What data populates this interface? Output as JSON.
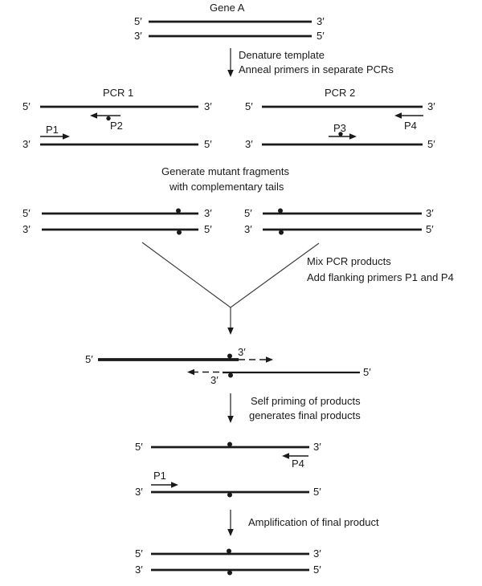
{
  "figure": {
    "gene": {
      "title": "Gene A"
    },
    "ends": {
      "five": "5′",
      "three": "3′"
    },
    "step_denature": {
      "line1": "Denature template",
      "line2": "Anneal primers in separate PCRs"
    },
    "pcr1": {
      "title": "PCR 1",
      "p1": "P1",
      "p2": "P2"
    },
    "pcr2": {
      "title": "PCR 2",
      "p3": "P3",
      "p4": "P4"
    },
    "step_generate": {
      "line1": "Generate mutant fragments",
      "line2": "with complementary tails"
    },
    "step_mix": {
      "line1": "Mix PCR products",
      "line2": "Add flanking primers P1 and P4"
    },
    "step_selfprime": {
      "line1": "Self priming of products",
      "line2": "generates final products"
    },
    "final_primers": {
      "p4": "P4",
      "p1": "P1"
    },
    "step_amplify": {
      "line1": "Amplification of final product"
    },
    "colors": {
      "ink": "#1a1a1a",
      "arrow_gray": "#3d3d3d",
      "background": "#ffffff"
    }
  }
}
